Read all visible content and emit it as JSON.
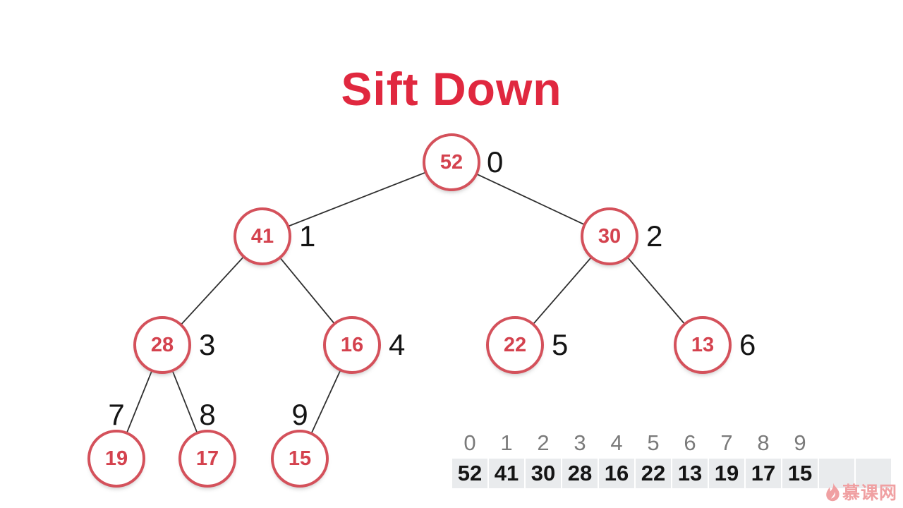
{
  "title": "Sift Down",
  "tree": {
    "nodes": [
      {
        "value": "52",
        "index": "0"
      },
      {
        "value": "41",
        "index": "1"
      },
      {
        "value": "30",
        "index": "2"
      },
      {
        "value": "28",
        "index": "3"
      },
      {
        "value": "16",
        "index": "4"
      },
      {
        "value": "22",
        "index": "5"
      },
      {
        "value": "13",
        "index": "6"
      },
      {
        "value": "19",
        "index": "7"
      },
      {
        "value": "17",
        "index": "8"
      },
      {
        "value": "15",
        "index": "9"
      }
    ],
    "edges": [
      [
        "0",
        "1"
      ],
      [
        "0",
        "2"
      ],
      [
        "1",
        "3"
      ],
      [
        "1",
        "4"
      ],
      [
        "2",
        "5"
      ],
      [
        "2",
        "6"
      ],
      [
        "3",
        "7"
      ],
      [
        "3",
        "8"
      ],
      [
        "4",
        "9"
      ]
    ]
  },
  "array": {
    "indices": [
      "0",
      "1",
      "2",
      "3",
      "4",
      "5",
      "6",
      "7",
      "8",
      "9"
    ],
    "values": [
      "52",
      "41",
      "30",
      "28",
      "16",
      "22",
      "13",
      "19",
      "17",
      "15"
    ]
  },
  "watermark": {
    "text": "慕课网"
  },
  "colors": {
    "title_red": "#e0283f",
    "node_border_red": "#d4515b",
    "node_text_red": "#d4424e",
    "edge_line": "#2f2f2f",
    "index_label": "#141414",
    "array_index_gray": "#7a7a7a",
    "array_value_black": "#141414",
    "array_strip_bg": "#e9ebed",
    "watermark_pink": "#f0a0a2"
  }
}
